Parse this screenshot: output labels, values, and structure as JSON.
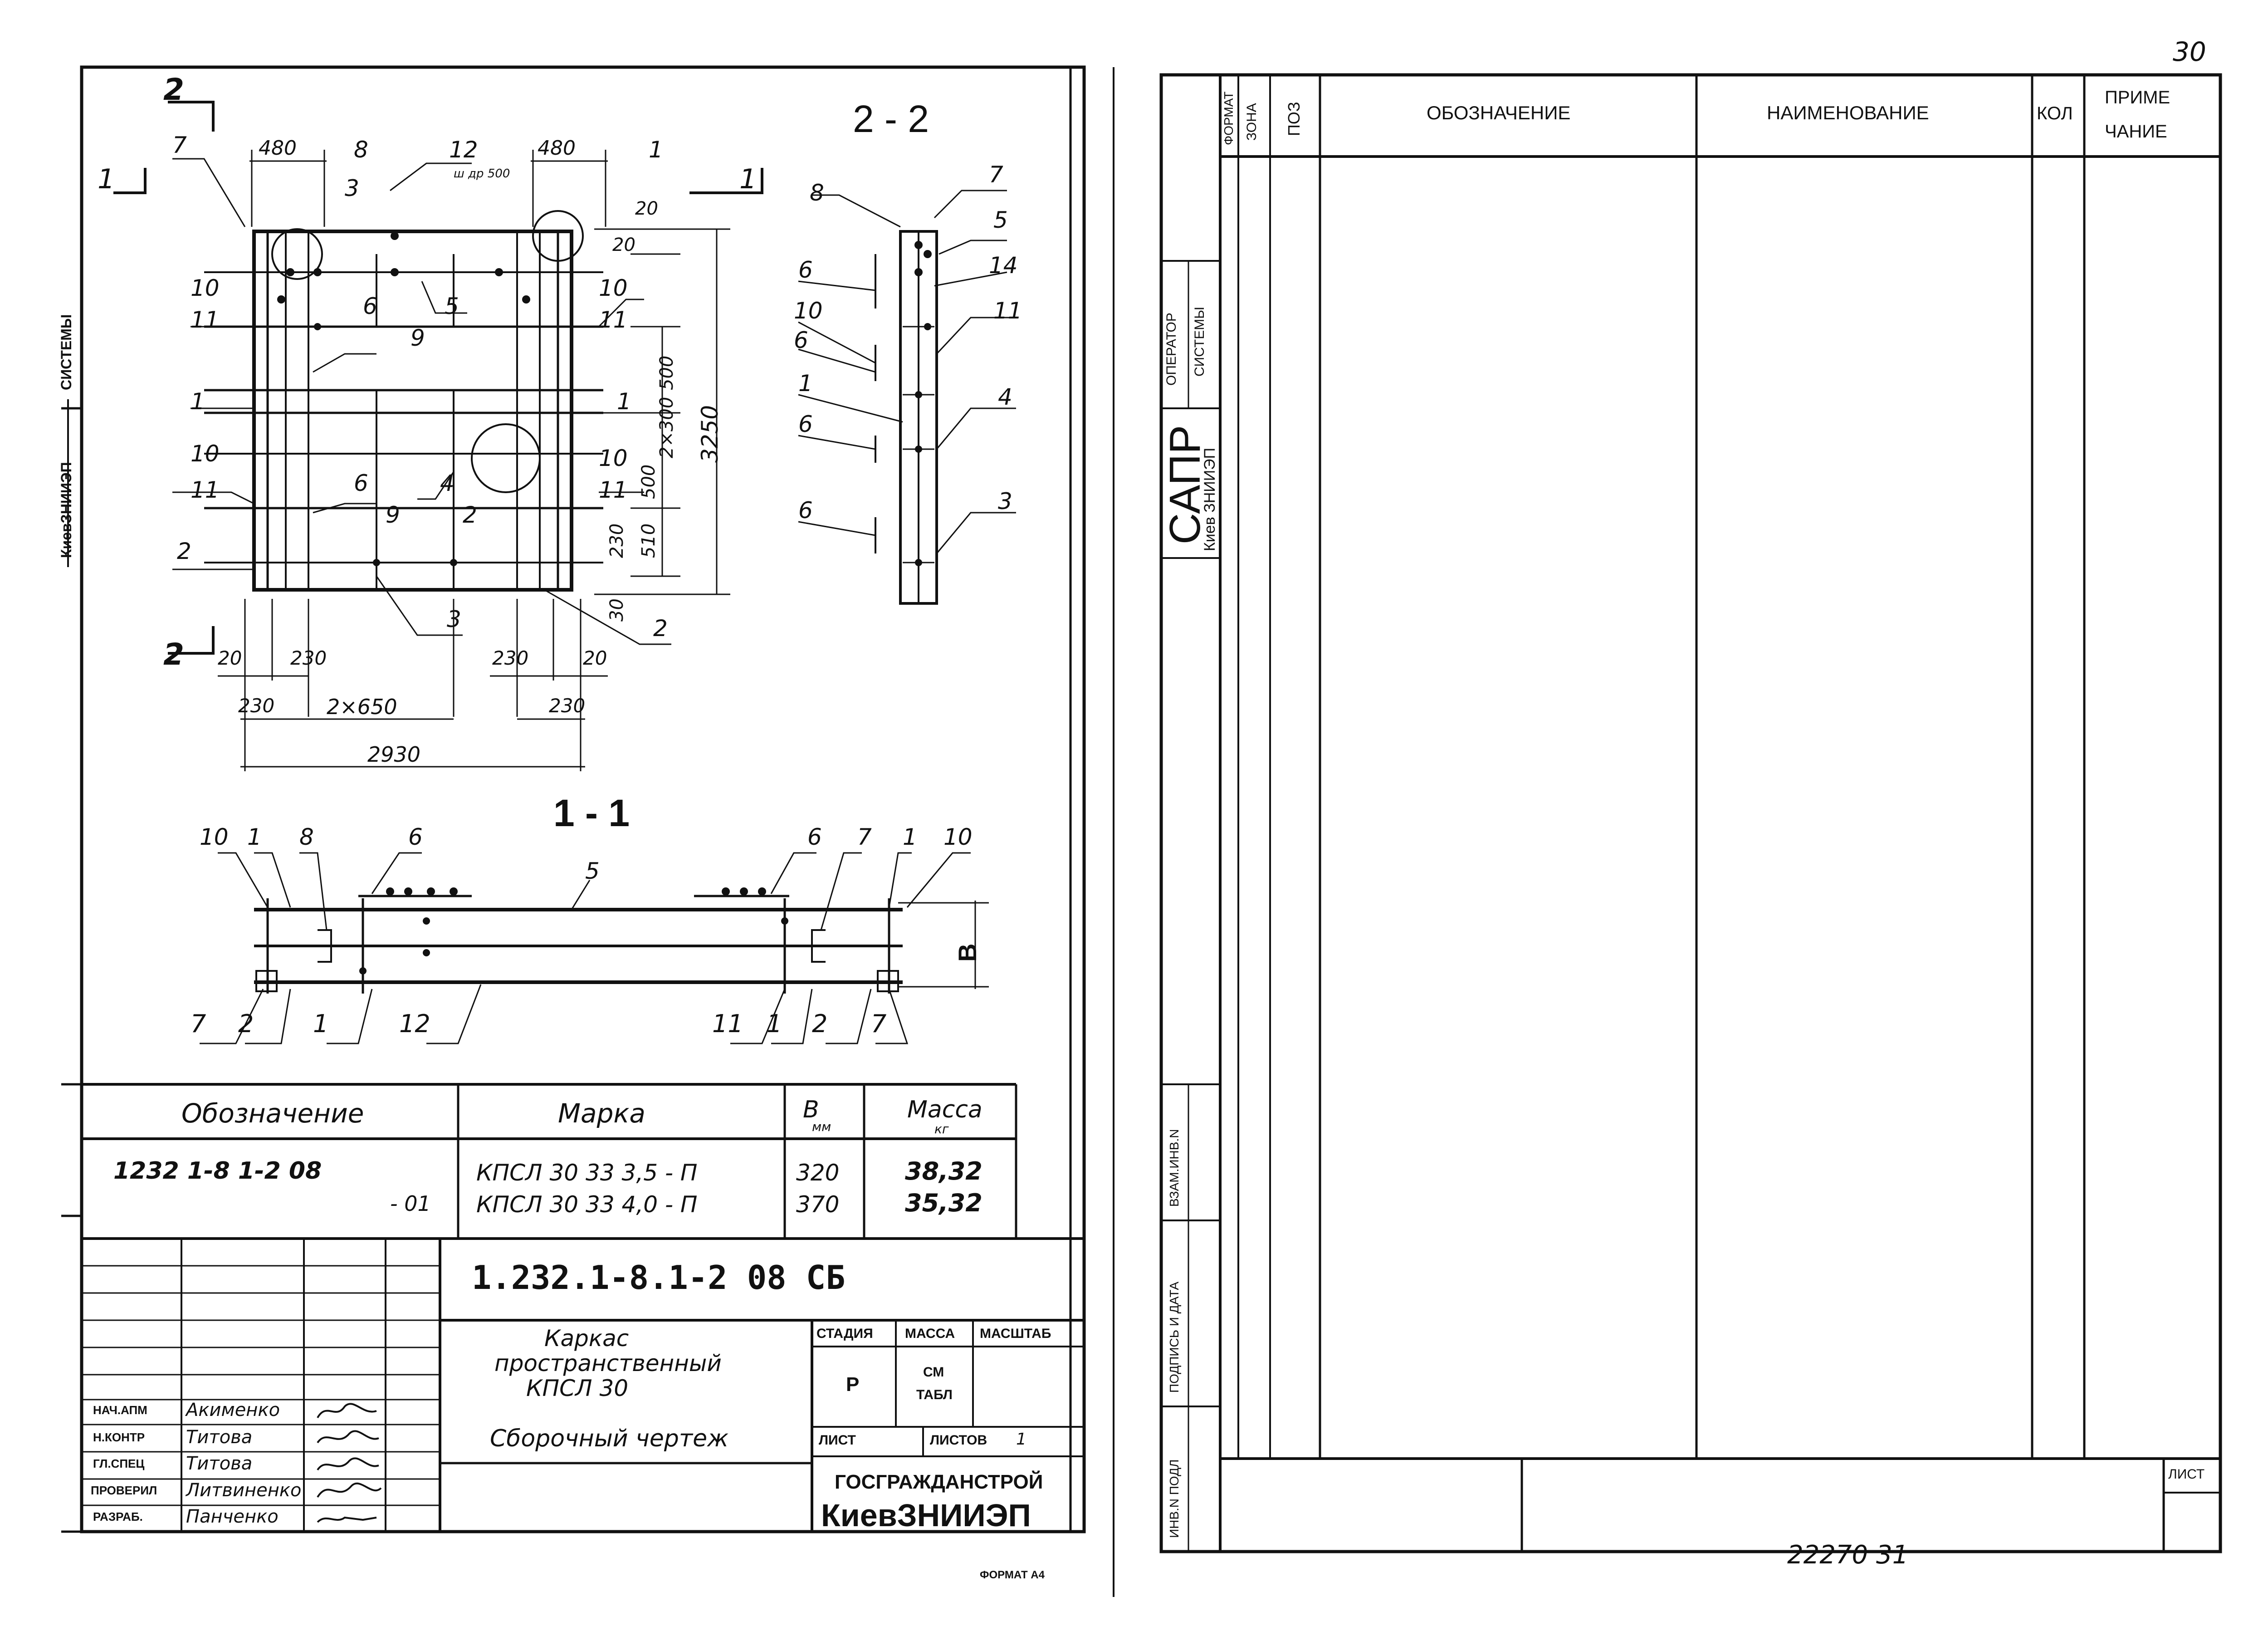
{
  "page_number": "30",
  "footer_right": "22270   31",
  "format_note": "ФОРМАТ А4",
  "left_sheet": {
    "side_labels": {
      "systems": "СИСТЕМЫ",
      "institute": "КиевЗНИИЭП"
    },
    "section_22": {
      "title": "2 - 2",
      "positions": [
        "8",
        "7",
        "5",
        "14",
        "6",
        "10",
        "6",
        "11",
        "1",
        "4",
        "6",
        "3",
        "6"
      ]
    },
    "plan": {
      "section_marks": [
        "2",
        "1",
        "1",
        "2"
      ],
      "positions_left": [
        "7",
        "10",
        "11",
        "1",
        "10",
        "11",
        "2"
      ],
      "positions_top": [
        "8",
        "3",
        "12",
        "1",
        "6",
        "5",
        "9",
        "4",
        "6",
        "9",
        "2",
        "3",
        "2"
      ],
      "positions_right": [
        "1",
        "10",
        "11",
        "1",
        "10",
        "11"
      ],
      "rebar_spacing": "ш др 500",
      "dims_top": [
        "480",
        "480"
      ],
      "dims_right": [
        "20",
        "20",
        "500",
        "2×300",
        "500",
        "510",
        "230",
        "30",
        "3250"
      ],
      "dims_bottom": [
        "20",
        "230",
        "230",
        "20",
        "230",
        "2×650",
        "230",
        "2930"
      ]
    },
    "section_11": {
      "title": "1 - 1",
      "positions_top": [
        "10",
        "1",
        "8",
        "6",
        "5",
        "6",
        "7",
        "1",
        "10"
      ],
      "positions_bottom": [
        "7",
        "2",
        "1",
        "12",
        "11",
        "1",
        "2",
        "7"
      ],
      "dim_label": "В"
    },
    "spec_table": {
      "headers": {
        "designation": "Обозначение",
        "mark": "Марка",
        "b": "В",
        "b_unit": "мм",
        "mass": "Масса",
        "mass_unit": "кг"
      },
      "rows": [
        {
          "designation": "1232  1-8    1-2  08",
          "mark": "КПСЛ  30 33  3,5 - П",
          "b": "320",
          "mass": "38,32"
        },
        {
          "designation": "- 01",
          "mark": "КПСЛ  30 33  4,0 - П",
          "b": "370",
          "mass": "35,32"
        }
      ]
    },
    "title_block": {
      "doc_code": "1.232.1-8.1-2  08 СБ",
      "name_lines": [
        "Каркас",
        "пространственный",
        "КПСЛ 30"
      ],
      "doc_type": "Сборочный  чертеж",
      "stage_label": "СТАДИЯ",
      "stage": "Р",
      "mass_label": "МАССА",
      "mass_value_1": "СМ",
      "mass_value_2": "ТАБЛ",
      "scale_label": "МАСШТАБ",
      "sheet_label": "ЛИСТ",
      "sheets_label": "ЛИСТОВ",
      "sheets_value": "1",
      "org_1": "ГОСГРАЖДАНСТРОЙ",
      "org_2": "КиевЗНИИЭП",
      "signers": [
        {
          "role": "НАЧ.АПМ",
          "name": "Акименко"
        },
        {
          "role": "Н.КОНТР",
          "name": "Титова"
        },
        {
          "role": "ГЛ.СПЕЦ",
          "name": "Титова"
        },
        {
          "role": "ПРОВЕРИЛ",
          "name": "Литвиненко"
        },
        {
          "role": "РАЗРАБ.",
          "name": "Панченко"
        }
      ]
    }
  },
  "right_sheet": {
    "headers": {
      "format": "ФОРМАТ",
      "zone": "ЗОНА",
      "pos": "ПОЗ",
      "designation": "ОБОЗНАЧЕНИЕ",
      "name": "НАИМЕНОВАНИЕ",
      "qty": "КОЛ",
      "note_1": "ПРИМЕ",
      "note_2": "ЧАНИЕ"
    },
    "side_labels": {
      "operator": "ОПЕРАТОР",
      "systems": "СИСТЕМЫ",
      "sapr": "САПР",
      "institute": "Киев ЗНИИЭП",
      "replace": "ВЗАМ.ИНВ.N",
      "signature": "ПОДПИСЬ И ДАТА",
      "inv": "ИНВ.N ПОДЛ"
    },
    "sheet_label": "ЛИСТ"
  }
}
